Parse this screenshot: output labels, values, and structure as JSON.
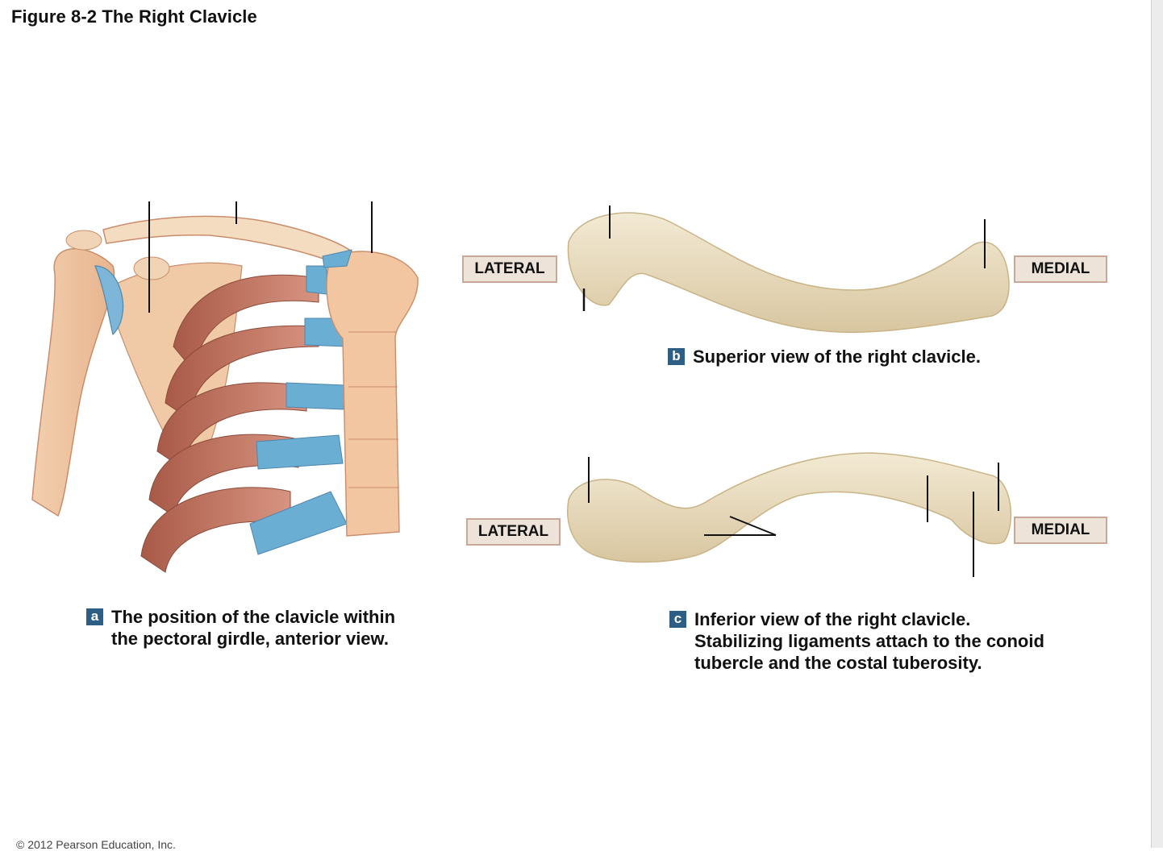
{
  "figure_title": "Figure 8-2  The Right Clavicle",
  "panels": {
    "a": {
      "badge": "a",
      "caption_line1": "The position of the clavicle within",
      "caption_line2": "the pectoral girdle, anterior view."
    },
    "b": {
      "badge": "b",
      "caption": "Superior view of the right clavicle.",
      "lateral_label": "LATERAL",
      "medial_label": "MEDIAL"
    },
    "c": {
      "badge": "c",
      "caption_line1": "Inferior view of the right clavicle.",
      "caption_line2": "Stabilizing ligaments attach to the conoid",
      "caption_line3": "tubercle and the costal tuberosity.",
      "lateral_label": "LATERAL",
      "medial_label": "MEDIAL"
    }
  },
  "copyright": "© 2012 Pearson Education, Inc.",
  "colors": {
    "bone": "#ece1c7",
    "bone_shade": "#d9c9a4",
    "rib": "#b56a55",
    "rib_light": "#d99683",
    "cartilage": "#6aaed4",
    "label_box_fill": "#ede3d8",
    "label_box_border": "#c9a898",
    "badge": "#2d5f86"
  }
}
